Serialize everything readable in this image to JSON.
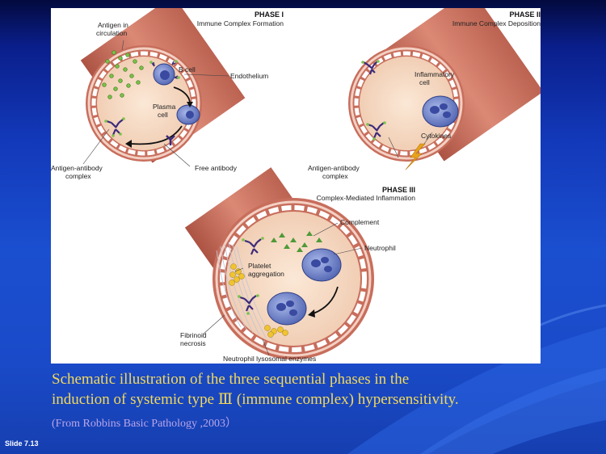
{
  "slide": {
    "slide_number": "Slide 7.13",
    "caption_line1": "Schematic illustration of the three sequential phases in the",
    "caption_line2": "induction of systemic type Ⅲ (immune complex) hypersensitivity.",
    "source": "(From Robbins Basic Pathology ,2003）",
    "colors": {
      "background": "#1a4fd0",
      "caption": "#f2d95a",
      "source": "#b9a6e8",
      "vessel_wall": "#d98a78",
      "lumen": "#f5ddc8",
      "antibody": "#3c2a7a",
      "antigen": "#7cc24a",
      "cell": "#6f84c9"
    }
  },
  "diagram": {
    "phase1": {
      "title": "PHASE I",
      "subtitle": "Immune Complex Formation",
      "labels": {
        "antigen_line1": "Antigen in",
        "antigen_line2": "circulation",
        "bcell": "B cell",
        "endothelium": "Endothelium",
        "plasma_line1": "Plasma",
        "plasma_line2": "cell",
        "complex_line1": "Antigen-antibody",
        "complex_line2": "complex",
        "free_antibody": "Free antibody"
      }
    },
    "phase2": {
      "title": "PHASE II",
      "subtitle": "Immune Complex Deposition",
      "labels": {
        "inflam_line1": "Inflammatory",
        "inflam_line2": "cell",
        "cytokines": "Cytokines",
        "complex_line1": "Antigen-antibody",
        "complex_line2": "complex"
      }
    },
    "phase3": {
      "title": "PHASE III",
      "subtitle": "Complex-Mediated Inflammation",
      "labels": {
        "complement": "Complement",
        "neutrophil": "Neutrophil",
        "platelet_line1": "Platelet",
        "platelet_line2": "aggregation",
        "fibrinoid_line1": "Fibrinoid",
        "fibrinoid_line2": "necrosis",
        "enzymes": "Neutrophil lysosomal enzymes"
      }
    }
  }
}
